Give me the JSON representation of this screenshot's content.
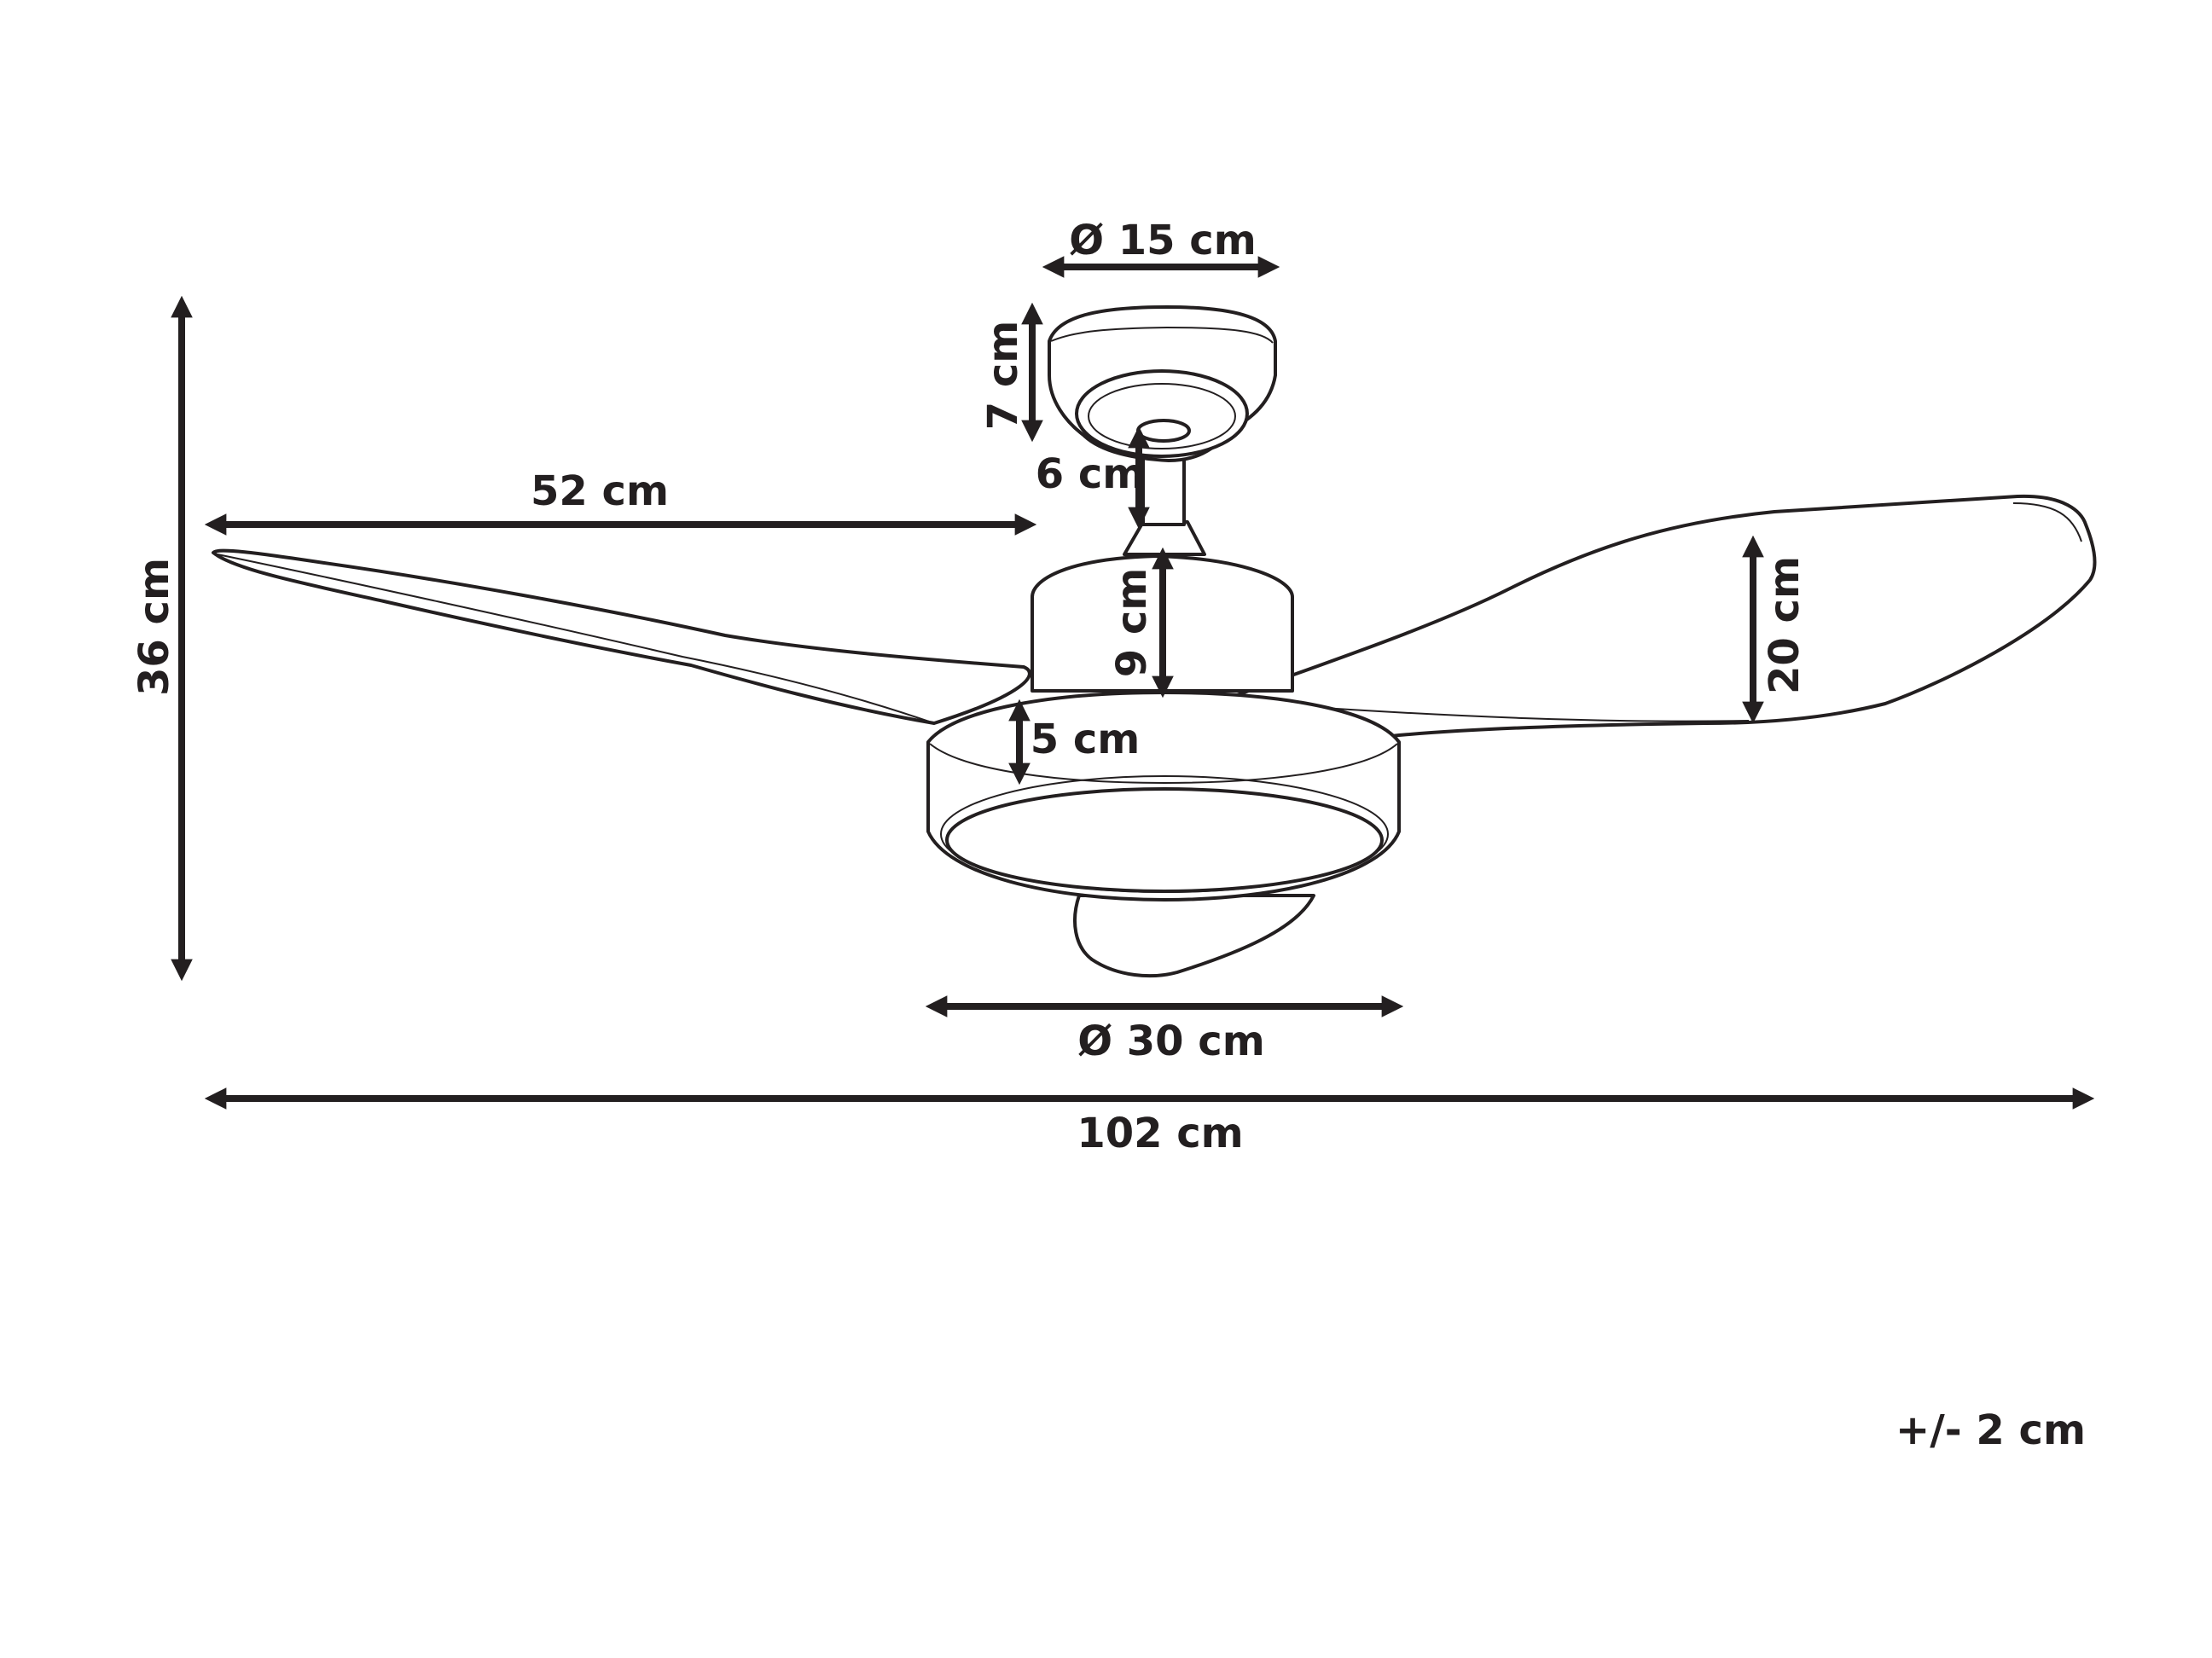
{
  "dimensions": {
    "canopy_diameter": "Ø 15 cm",
    "canopy_height": "7 cm",
    "downrod_length": "6 cm",
    "blade_length": "52 cm",
    "total_height": "36 cm",
    "motor_height": "9 cm",
    "blade_width": "20 cm",
    "light_height": "5 cm",
    "light_diameter": "Ø 30 cm",
    "total_span": "102 cm",
    "tolerance": "+/- 2 cm"
  }
}
